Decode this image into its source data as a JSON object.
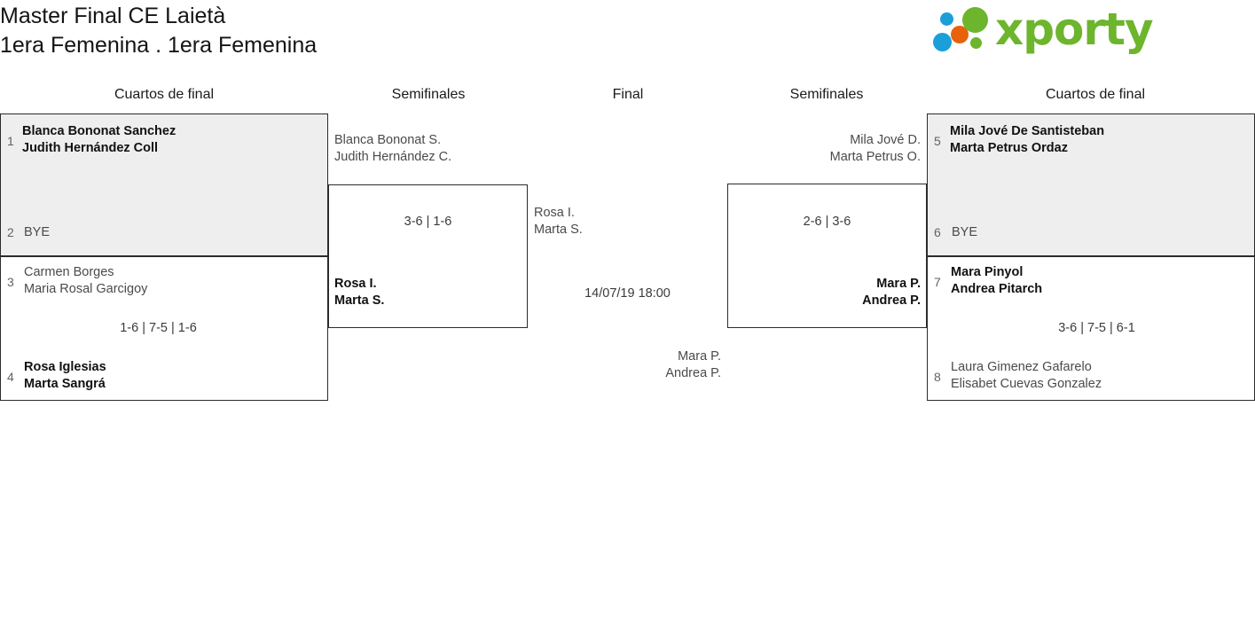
{
  "header": {
    "title": "Master Final CE Laietà",
    "subtitle": "1era Femenina . 1era Femenina",
    "logo": {
      "wordmark": "xporty",
      "colors": {
        "green": "#6cb52d",
        "blue": "#1a9fd9",
        "orange": "#e8620c"
      }
    }
  },
  "rounds": [
    {
      "label": "Cuartos de final"
    },
    {
      "label": "Semifinales"
    },
    {
      "label": "Final"
    },
    {
      "label": "Semifinales"
    },
    {
      "label": "Cuartos de final"
    }
  ],
  "bracket": {
    "left_quarterfinals": [
      {
        "top": {
          "seed": "1",
          "line1": "Blanca Bononat Sanchez",
          "line2": "Judith Hernández Coll",
          "result": "winner"
        },
        "bottom": {
          "seed": "2",
          "line1": "BYE",
          "line2": "",
          "result": "loser"
        },
        "score": ""
      },
      {
        "top": {
          "seed": "3",
          "line1": "Carmen Borges",
          "line2": "Maria Rosal Garcigoy",
          "result": "loser"
        },
        "bottom": {
          "seed": "4",
          "line1": "Rosa Iglesias",
          "line2": "Marta Sangrá",
          "result": "winner"
        },
        "score": "1-6 | 7-5 | 1-6"
      }
    ],
    "left_semifinal": {
      "top": {
        "line1": "Blanca Bononat S.",
        "line2": "Judith Hernández C.",
        "result": "loser"
      },
      "bottom": {
        "line1": "Rosa I.",
        "line2": "Marta S.",
        "result": "winner"
      },
      "score": "3-6 | 1-6"
    },
    "final": {
      "left": {
        "line1": "Rosa I.",
        "line2": "Marta S."
      },
      "right": {
        "line1": "Mara P.",
        "line2": "Andrea P."
      },
      "date": "14/07/19 18:00"
    },
    "right_semifinal": {
      "top": {
        "line1": "Mila Jové D.",
        "line2": "Marta Petrus O.",
        "result": "loser"
      },
      "bottom": {
        "line1": "Mara P.",
        "line2": "Andrea P.",
        "result": "winner"
      },
      "score": "2-6 | 3-6"
    },
    "right_quarterfinals": [
      {
        "top": {
          "seed": "5",
          "line1": "Mila Jové De Santisteban",
          "line2": "Marta Petrus Ordaz",
          "result": "winner"
        },
        "bottom": {
          "seed": "6",
          "line1": "BYE",
          "line2": "",
          "result": "loser"
        },
        "score": ""
      },
      {
        "top": {
          "seed": "7",
          "line1": "Mara Pinyol",
          "line2": "Andrea Pitarch",
          "result": "winner"
        },
        "bottom": {
          "seed": "8",
          "line1": "Laura Gimenez Gafarelo",
          "line2": "Elisabet Cuevas Gonzalez",
          "result": "loser"
        },
        "score": "3-6 | 7-5 | 6-1"
      }
    ]
  }
}
